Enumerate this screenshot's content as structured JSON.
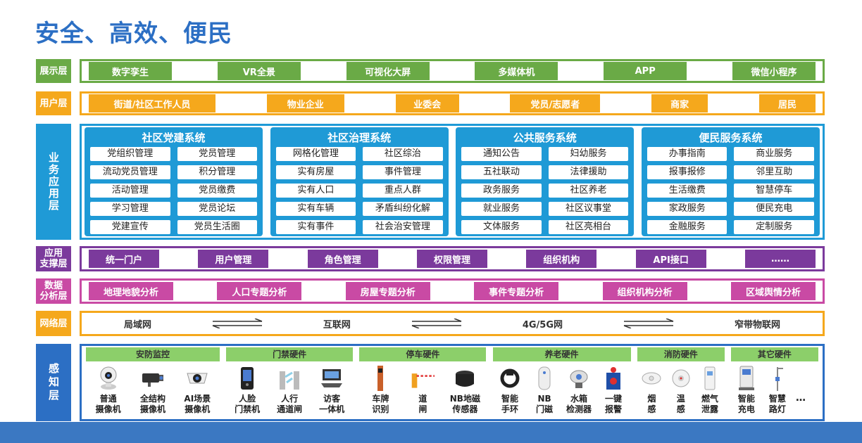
{
  "title": "安全、高效、便民",
  "layers": {
    "display": {
      "label": "展示层",
      "color": "#6aaa46",
      "items": [
        "数字孪生",
        "VR全景",
        "可视化大屏",
        "多媒体机",
        "APP",
        "微信小程序"
      ]
    },
    "user": {
      "label": "用户层",
      "color": "#f5a81c",
      "items": [
        "街道/社区工作人员",
        "物业企业",
        "业委会",
        "党员/志愿者",
        "商家",
        "居民"
      ]
    },
    "app": {
      "label": "业务应用层",
      "color": "#1f9ad6",
      "systems": [
        {
          "title": "社区党建系统",
          "items": [
            "党组织管理",
            "党员管理",
            "流动党员管理",
            "积分管理",
            "活动管理",
            "党员缴费",
            "学习管理",
            "党员论坛",
            "党建宣传",
            "党员生活圈"
          ]
        },
        {
          "title": "社区治理系统",
          "items": [
            "网格化管理",
            "社区综治",
            "实有房屋",
            "事件管理",
            "实有人口",
            "重点人群",
            "实有车辆",
            "矛盾纠纷化解",
            "实有事件",
            "社会治安管理"
          ]
        },
        {
          "title": "公共服务系统",
          "items": [
            "通知公告",
            "妇幼服务",
            "五社联动",
            "法律援助",
            "政务服务",
            "社区养老",
            "就业服务",
            "社区议事堂",
            "文体服务",
            "社区亮相台"
          ]
        },
        {
          "title": "便民服务系统",
          "items": [
            "办事指南",
            "商业服务",
            "报事报修",
            "邻里互助",
            "生活缴费",
            "智慧停车",
            "家政服务",
            "便民充电",
            "金融服务",
            "定制服务"
          ]
        }
      ]
    },
    "support": {
      "label_line1": "应用",
      "label_line2": "支撑层",
      "color": "#7b3a9c",
      "items": [
        "统一门户",
        "用户管理",
        "角色管理",
        "权限管理",
        "组织机构",
        "API接口",
        "……"
      ]
    },
    "data": {
      "label_line1": "数据",
      "label_line2": "分析层",
      "color": "#c94aa4",
      "items": [
        "地理地貌分析",
        "人口专题分析",
        "房屋专题分析",
        "事件专题分析",
        "组织机构分析",
        "区域舆情分析"
      ]
    },
    "network": {
      "label": "网络层",
      "color": "#f5a81c",
      "items": [
        "局域网",
        "互联网",
        "4G/5G网",
        "窄带物联网"
      ]
    },
    "sense": {
      "label": "感知层",
      "color": "#2c6fc4",
      "more": "…",
      "groups": [
        {
          "head": "安防监控",
          "devices": [
            {
              "l1": "普通",
              "l2": "摄像机",
              "icon": "dome-camera-icon"
            },
            {
              "l1": "全结构",
              "l2": "摄像机",
              "icon": "bullet-camera-icon"
            },
            {
              "l1": "AI场景",
              "l2": "摄像机",
              "icon": "ai-camera-icon"
            }
          ]
        },
        {
          "head": "门禁硬件",
          "devices": [
            {
              "l1": "人脸",
              "l2": "门禁机",
              "icon": "face-terminal-icon"
            },
            {
              "l1": "人行",
              "l2": "通道闸",
              "icon": "turnstile-icon"
            },
            {
              "l1": "访客",
              "l2": "一体机",
              "icon": "visitor-kiosk-icon"
            }
          ]
        },
        {
          "head": "停车硬件",
          "devices": [
            {
              "l1": "车牌",
              "l2": "识别",
              "icon": "plate-recognition-icon"
            },
            {
              "l1": "道",
              "l2": "闸",
              "icon": "barrier-gate-icon"
            },
            {
              "l1": "NB地磁",
              "l2": "传感器",
              "icon": "geomagnetic-sensor-icon"
            }
          ]
        },
        {
          "head": "养老硬件",
          "devices": [
            {
              "l1": "智能",
              "l2": "手环",
              "icon": "smart-band-icon"
            },
            {
              "l1": "NB",
              "l2": "门磁",
              "icon": "door-sensor-icon"
            },
            {
              "l1": "水箱",
              "l2": "检测器",
              "icon": "tank-detector-icon"
            },
            {
              "l1": "一键",
              "l2": "报警",
              "icon": "alarm-button-icon"
            }
          ]
        },
        {
          "head": "消防硬件",
          "devices": [
            {
              "l1": "烟",
              "l2": "感",
              "icon": "smoke-detector-icon"
            },
            {
              "l1": "温",
              "l2": "感",
              "icon": "heat-detector-icon"
            },
            {
              "l1": "燃气",
              "l2": "泄露",
              "icon": "gas-detector-icon"
            }
          ]
        },
        {
          "head": "其它硬件",
          "devices": [
            {
              "l1": "智能",
              "l2": "充电",
              "icon": "charging-pile-icon"
            },
            {
              "l1": "智慧",
              "l2": "路灯",
              "icon": "street-light-icon"
            }
          ]
        }
      ]
    }
  }
}
